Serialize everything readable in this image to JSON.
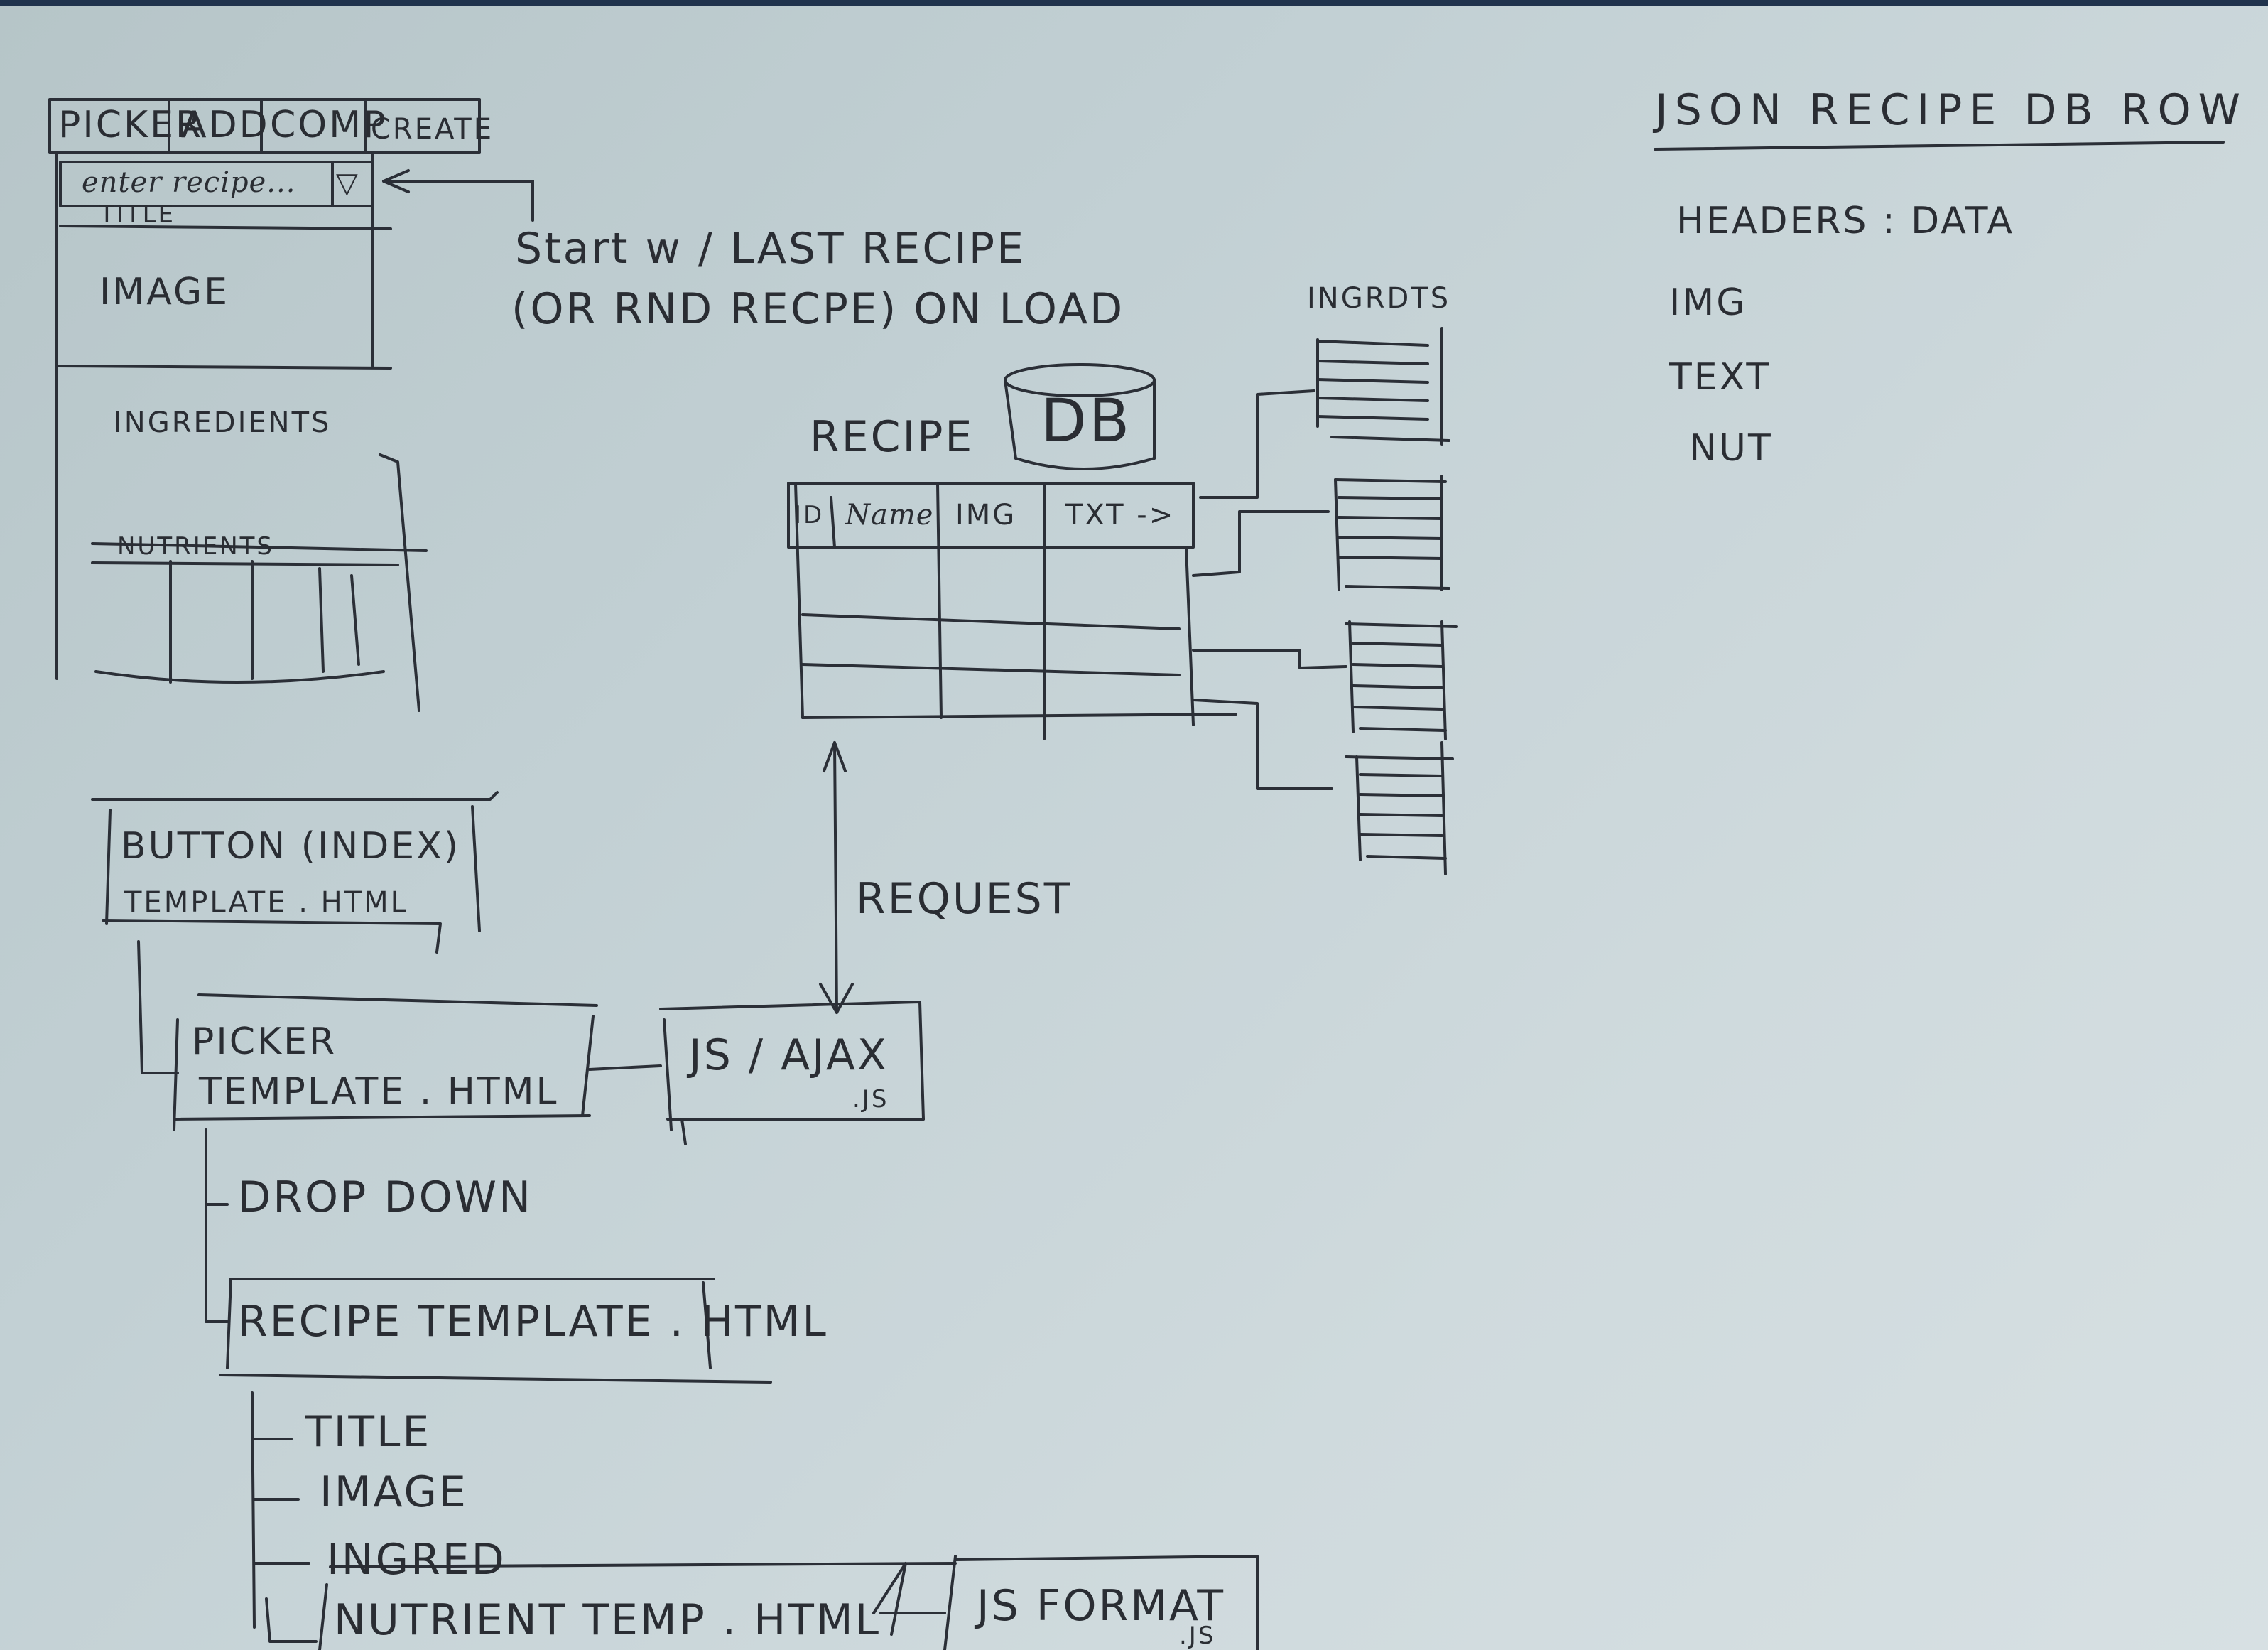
{
  "wireframe": {
    "tabs": [
      "PICKER",
      "ADD",
      "COMP",
      "CREATE"
    ],
    "dropdown_placeholder": "enter recipe...",
    "dropdown_arrow": "▽",
    "sections": {
      "title": "TITLE",
      "image": "IMAGE",
      "ingredients": "INGREDIENTS",
      "nutrients": "NUTRIENTS"
    }
  },
  "notes": {
    "load_line1": "Start w / LAST RECIPE",
    "load_line2": "(OR RND RECPE) ON LOAD",
    "json_title": "JSON RECIPE  DB ROW",
    "json_items": [
      "HEADERS : DATA",
      "IMG",
      "TEXT",
      "NUT"
    ]
  },
  "database": {
    "db_label": "DB",
    "table_label": "RECIPE",
    "columns": [
      "ID",
      "Name",
      "IMG",
      "TXT ->"
    ],
    "ingredients_label": "INGRDTS"
  },
  "request_label": "REQUEST",
  "tree": {
    "root_line1": "BUTTON (INDEX)",
    "root_line2": "TEMPLATE . HTML",
    "picker_line1": "PICKER",
    "picker_line2": "TEMPLATE  . HTML",
    "ajax_line1": "JS / AJAX",
    "ajax_line2": ".JS",
    "dropdown": "DROP DOWN",
    "recipe_template": "RECIPE TEMPLATE . HTML",
    "leaves": [
      "TITLE",
      "IMAGE",
      "INGRED"
    ],
    "nutrient_template": "NUTRIENT TEMP . HTML",
    "js_format_line1": "JS FORMAT",
    "js_format_line2": ".JS"
  }
}
